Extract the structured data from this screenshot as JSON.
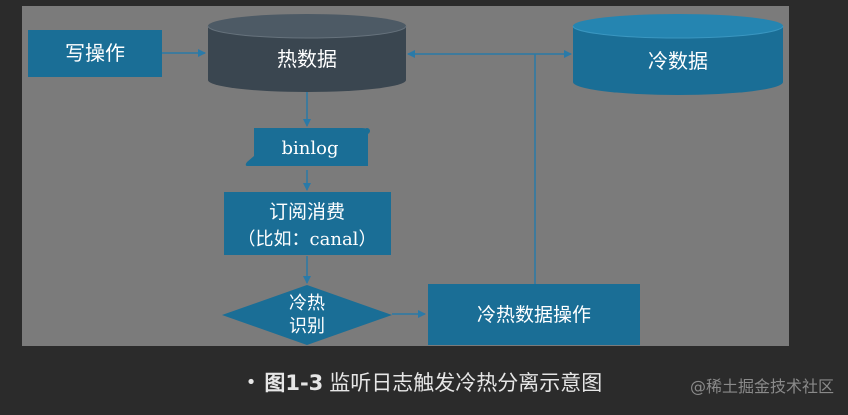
{
  "diagram": {
    "nodes": {
      "write_op": "写操作",
      "hot_data": "热数据",
      "cold_data": "冷数据",
      "binlog": "binlog",
      "subscribe_line1": "订阅消费",
      "subscribe_line2": "（比如：canal）",
      "identify_line1": "冷热",
      "identify_line2": "识别",
      "hotcold_op": "冷热数据操作"
    },
    "colors": {
      "background_panel": "#7b7b7b",
      "blue_box": "#1a6e96",
      "dark_cylinder": "#3a4650",
      "arrow": "#2a7aa8"
    }
  },
  "caption": {
    "bullet": "•",
    "figure_number": "图1-3",
    "text": "监听日志触发冷热分离示意图"
  },
  "watermark": "@稀土掘金技术社区"
}
